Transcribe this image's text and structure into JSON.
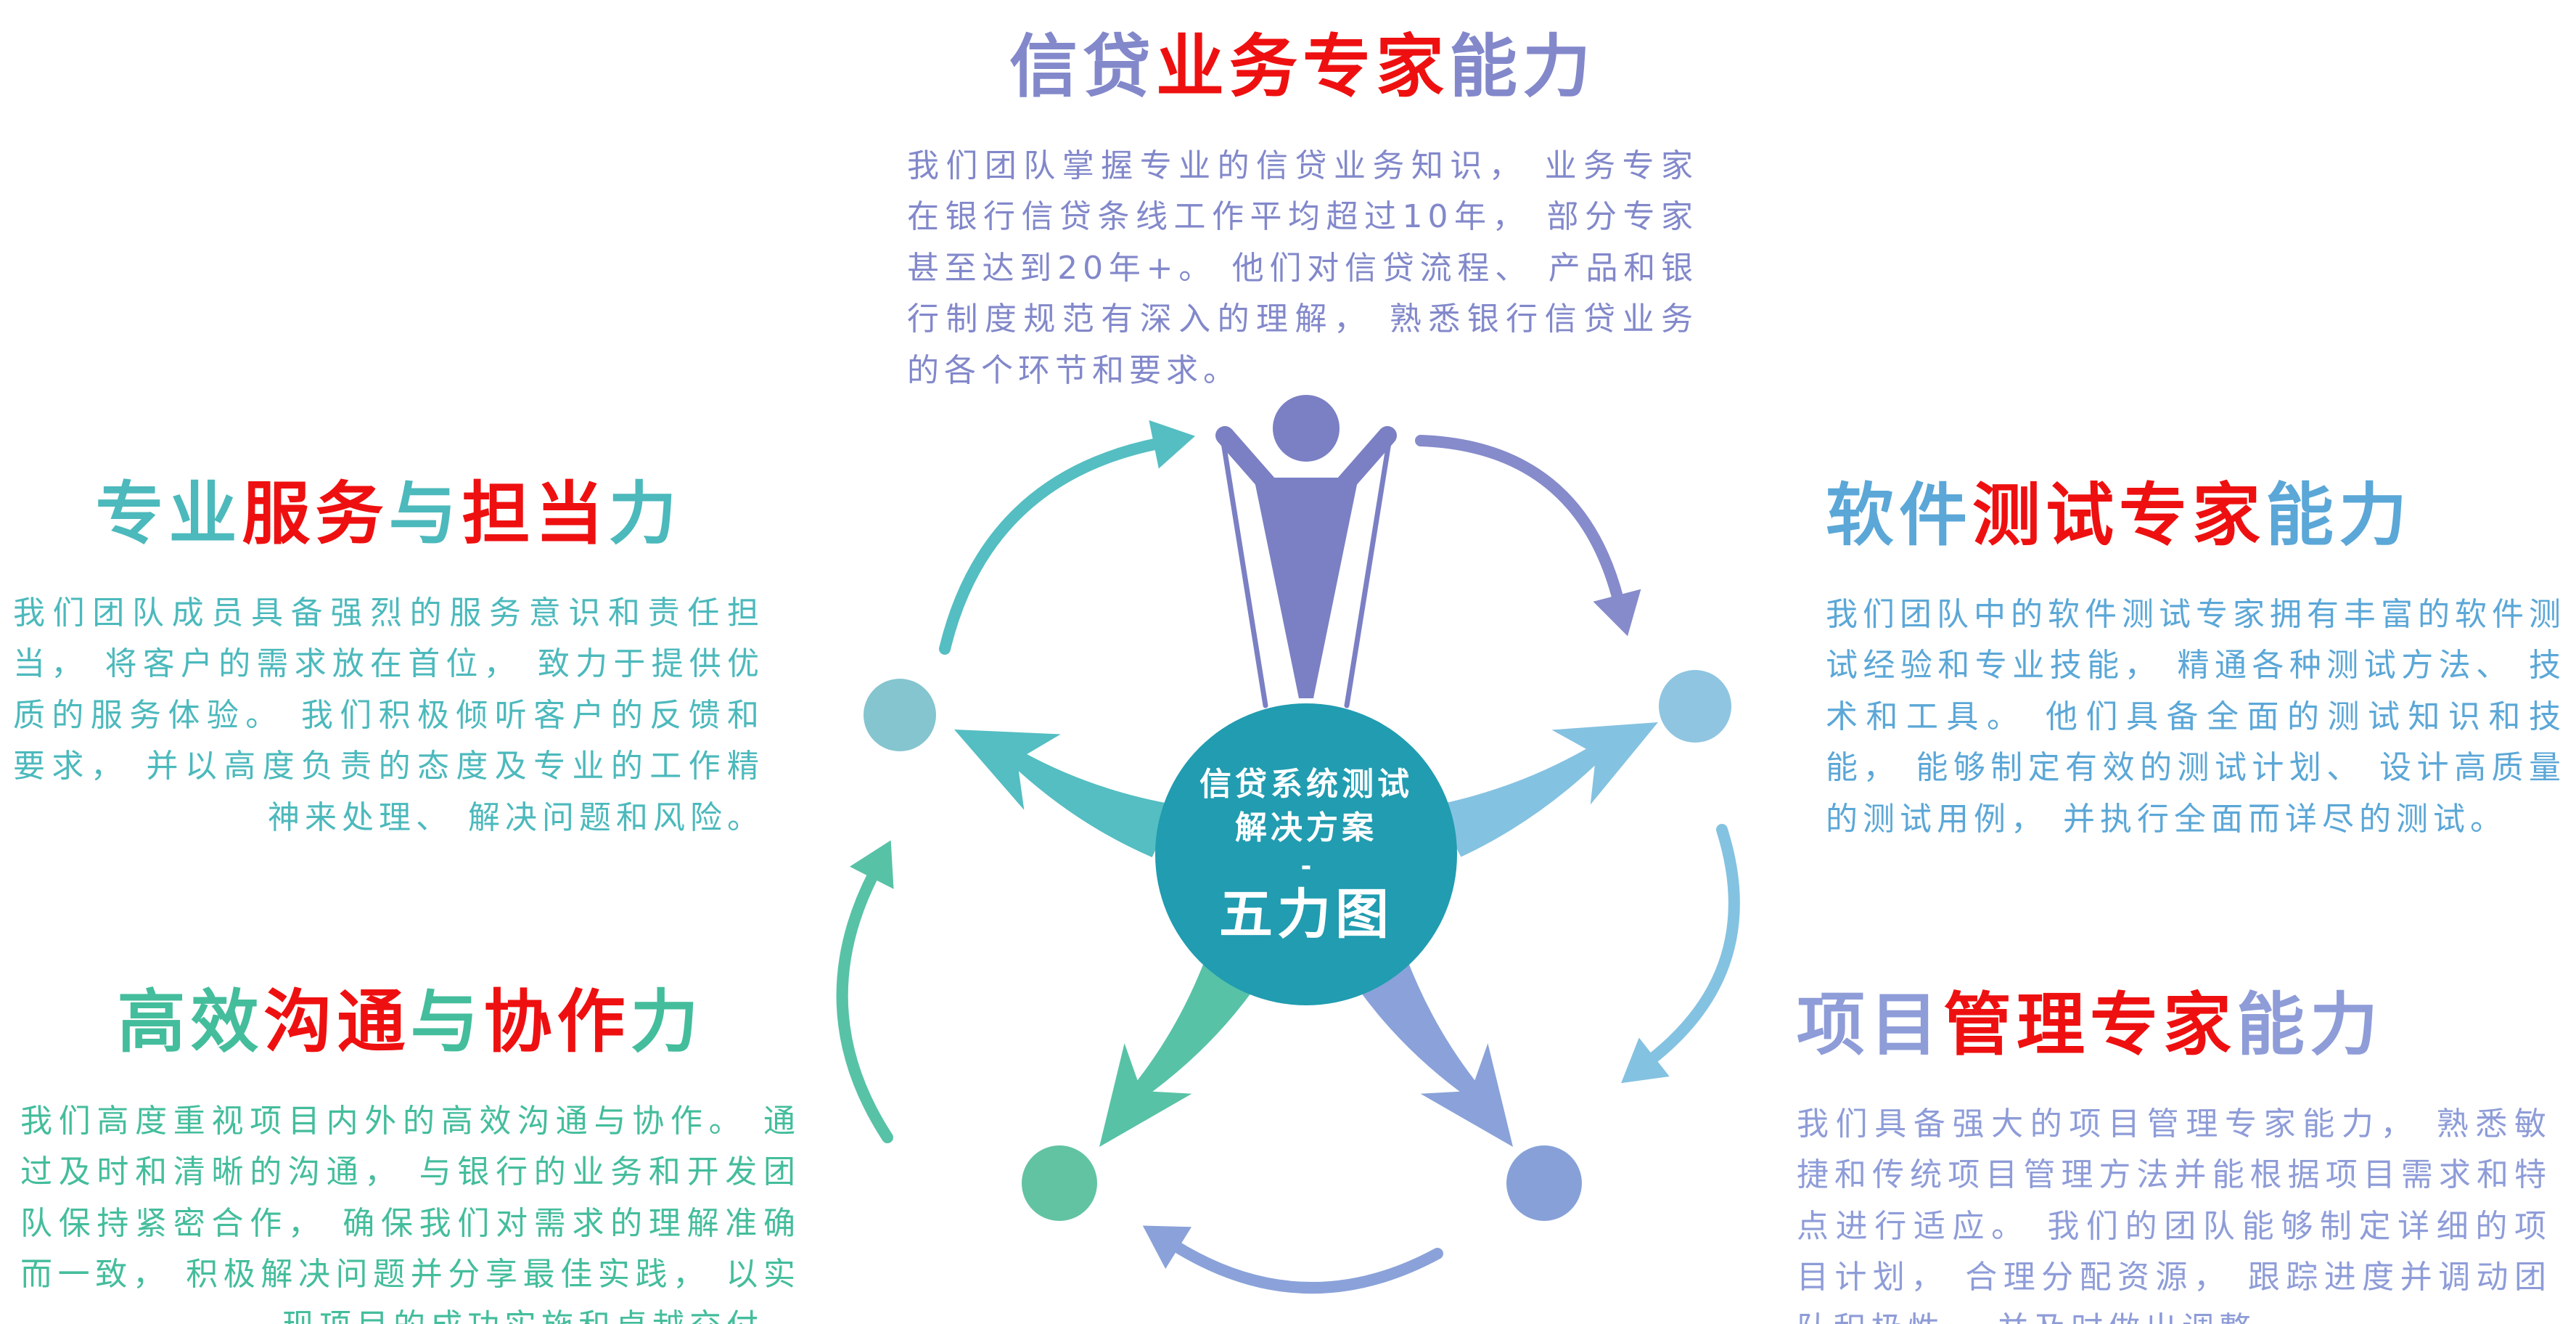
{
  "palette": {
    "red": "#ee1010",
    "purple": "#8288ca",
    "teal": "#4cb9bc",
    "green": "#44bd9c",
    "blue": "#5ba7d7",
    "periwinkle": "#8e9cd8",
    "center_bg": "#219cb0",
    "person": "#7b80c4",
    "node_left": "#85c5cf",
    "node_right": "#8fc5e1",
    "node_bottom_left": "#62c3a3",
    "node_bottom_right": "#87a1d8",
    "arrow_teal": "#54bec2",
    "arrow_purple": "#868bcb",
    "arrow_blue": "#84c2e1",
    "arrow_green": "#57c2a6",
    "arrow_periwinkle": "#8aa2d9"
  },
  "center": {
    "line1": "信贷系统测试",
    "line2": "解决方案",
    "separator": "-",
    "title": "五力图"
  },
  "sections": {
    "top": {
      "title": [
        "信贷",
        "业务专家",
        "能力"
      ],
      "body": "我们团队掌握专业的信贷业务知识， 业务专家在银行信贷条线工作平均超过10年， 部分专家甚至达到20年+。 他们对信贷流程、 产品和银行制度规范有深入的理解， 熟悉银行信贷业务的各个环节和要求。"
    },
    "left_top": {
      "title": [
        "专业",
        "服务",
        "与",
        "担当",
        "力"
      ],
      "body": "我们团队成员具备强烈的服务意识和责任担当， 将客户的需求放在首位， 致力于提供优质的服务体验。 我们积极倾听客户的反馈和要求， 并以高度负责的态度及专业的工作精神来处理、 解决问题和风险。"
    },
    "left_bottom": {
      "title": [
        "高效",
        "沟通",
        "与",
        "协作",
        "力"
      ],
      "body": "我们高度重视项目内外的高效沟通与协作。 通过及时和清晰的沟通， 与银行的业务和开发团队保持紧密合作， 确保我们对需求的理解准确而一致， 积极解决问题并分享最佳实践， 以实现项目的成功实施和卓越交付。"
    },
    "right_top": {
      "title": [
        "软件",
        "测试专家",
        "能力"
      ],
      "body": "我们团队中的软件测试专家拥有丰富的软件测试经验和专业技能， 精通各种测试方法、 技术和工具。 他们具备全面的测试知识和技能， 能够制定有效的测试计划、 设计高质量的测试用例， 并执行全面而详尽的测试。"
    },
    "right_bottom": {
      "title": [
        "项目",
        "管理专家",
        "能力"
      ],
      "body": "我们具备强大的项目管理专家能力， 熟悉敏捷和传统项目管理方法并能根据项目需求和特点进行适应。 我们的团队能够制定详细的项目计划， 合理分配资源， 跟踪进度并调动团队积极性， 并及时做出调整。"
    }
  },
  "diagram": {
    "nodes": [
      "person-top",
      "circle-right",
      "circle-bottom-right",
      "circle-bottom-left",
      "circle-left"
    ],
    "flow": "clockwise"
  }
}
